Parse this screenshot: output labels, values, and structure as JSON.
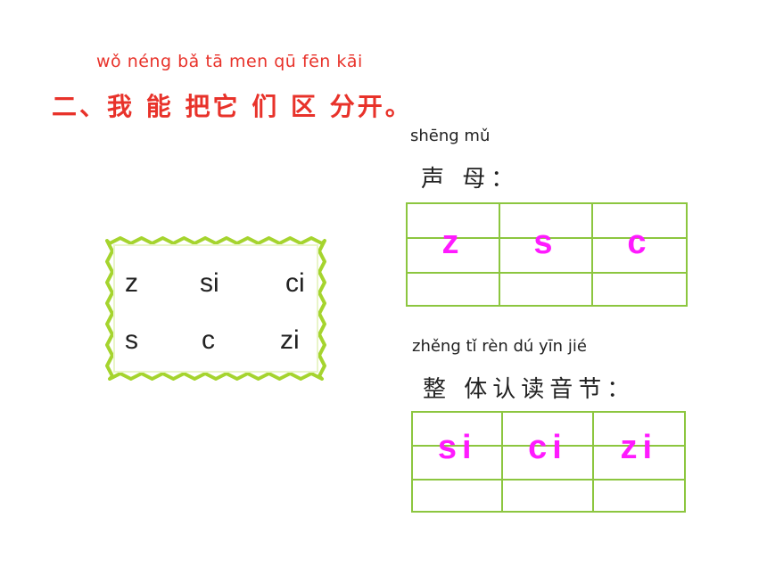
{
  "title": {
    "pinyin": "wǒ néng bǎ  tā  men qū fēn kāi",
    "text": "二、我 能 把它 们 区 分开。"
  },
  "source_letters": [
    "z",
    "si",
    "ci",
    "s",
    "c",
    "zi"
  ],
  "initials": {
    "pinyin": "shēng mǔ",
    "label": "声 母：",
    "answers": [
      "z",
      "s",
      "c"
    ]
  },
  "whole_syllables": {
    "pinyin": "zhěng  tǐ  rèn dú yīn jié",
    "label": "整 体认读音节：",
    "answers": [
      "si",
      "ci",
      "zi"
    ]
  },
  "colors": {
    "title": "#e8322a",
    "answer": "#ff1aff",
    "grid": "#8cc63f"
  }
}
